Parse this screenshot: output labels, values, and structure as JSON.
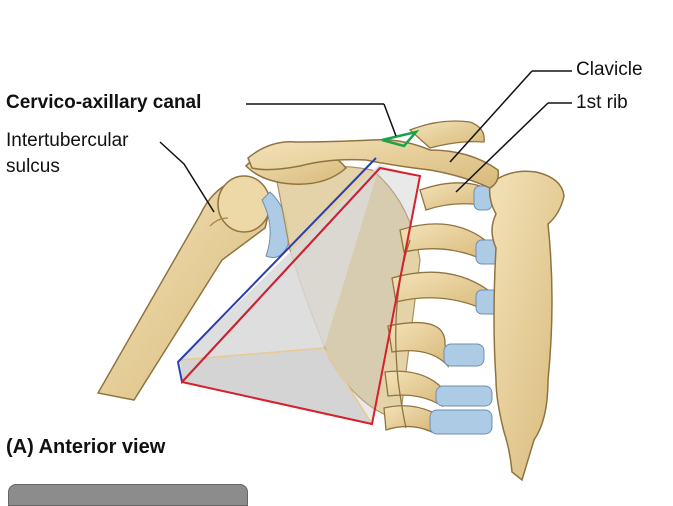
{
  "labels": {
    "cervico_axillary_canal": "Cervico-axillary canal",
    "intertubercular_sulcus_line1": "Intertubercular",
    "intertubercular_sulcus_line2": "sulcus",
    "clavicle": "Clavicle",
    "first_rib": "1st rib"
  },
  "caption": "(A) Anterior view",
  "colors": {
    "bone": "#e9d3a0",
    "bone_dark": "#c9a86a",
    "bone_outline": "#8f7440",
    "cartilage": "#aecbe6",
    "axilla_fill": "#d4d4d4",
    "pyramid_red": "#d6202a",
    "pyramid_blue": "#2a3fb0",
    "canal_green": "#1aa34a",
    "leader": "#111111"
  }
}
